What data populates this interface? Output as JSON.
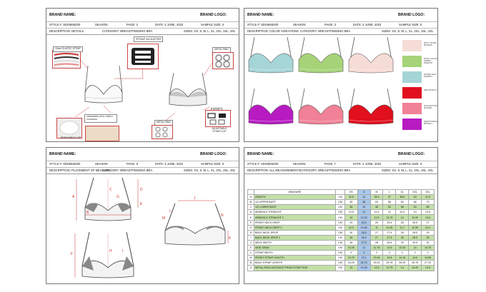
{
  "panels": [
    {
      "brand_name": "BRAND NAME:",
      "brand_logo": "BRAND LOGO:",
      "style": "STYLE #: SDSMS8200",
      "season": "SEASON:",
      "page": "PAGE: 2",
      "date": "DATE: 4 JUNE, 2022",
      "sample_size": "SAMPLE SIZE: S",
      "description": "DESCRIPTION: DETAILS",
      "category": "CATEGORY: BREASTFEEDING BRA",
      "sizes": "SIZES: XS, S, M, L, XL, 2XL, 3XL, 4XL"
    },
    {
      "brand_name": "BRAND NAME:",
      "brand_logo": "BRAND LOGO:",
      "style": "STYLE #: SDSMS8200",
      "season": "SEASON:",
      "page": "PAGE: 3",
      "date": "DATE: 4 JUNE, 2022",
      "sample_size": "SAMPLE SIZE: S",
      "description": "DESCRIPTION: COLOR VARIATIONS",
      "category": "CATEGORY: BREASTFEEDING BRA",
      "sizes": "SIZES: XS, S, M, L, XL, 2XL, 3XL, 4XL"
    },
    {
      "brand_name": "BRAND NAME:",
      "brand_logo": "BRAND LOGO:",
      "style": "STYLE #: SDSMS8200",
      "season": "SEASON:",
      "page": "PAGE: 8",
      "date": "DATE: 4 JUNE, 2022",
      "sample_size": "SAMPLE SIZE: S",
      "description": "DESCRIPTION: PLACEMENT OF MEASURE",
      "category": "CATEGORY: BREASTFEEDING BRA",
      "sizes": "SIZES: XS, S, M, L, XL, 2XL, 3XL, 4XL"
    },
    {
      "brand_name": "BRAND NAME:",
      "brand_logo": "BRAND LOGO:",
      "style": "STYLE #: SDSMS8200",
      "season": "SEASON:",
      "page": "PAGE: 7",
      "date": "DATE: 4 JUNE, 2022",
      "sample_size": "SAMPLE SIZE: S",
      "description": "DESCRIPTION: ALL MEASUREMENTS",
      "category": "CATEGORY: BREASTFEEDING BRA",
      "sizes": "SIZES: XS, S, M, L, XL, 2XL, 3XL, 4XL"
    }
  ],
  "details": {
    "strap_adjuster": "STRAP ADJUSTER",
    "elastic_strap": "10mm ELASTIC STRAP",
    "metal_ring_top": "METAL RING",
    "underwire": "UNDERWIRE WITH 2.5MM 2 COVERING",
    "removable_cup": "REMOVABLE CUP",
    "metal_ring_bottom": "METAL RING",
    "hook": "HOOK",
    "adjustable_strap_clip": "ADJUSTABLE STRAP CLIP"
  },
  "colors": [
    {
      "name": "MISTY ROSE #F0E1D9",
      "hex": "#f6dcd6"
    },
    {
      "name": "MOLE COLOR GREEN #A6D378",
      "hex": "#a6d378"
    },
    {
      "name": "WATER LEAF #A6D5D7",
      "hex": "#a6d5d7"
    },
    {
      "name": "RED #D30C17",
      "hex": "#e0101e"
    },
    {
      "name": "ROSTER PINK #F08196",
      "hex": "#f08196"
    },
    {
      "name": "DEEP PURPLE #B71BC1",
      "hex": "#b71bc1"
    }
  ],
  "measure_letters": {
    "a": "A",
    "b": "B",
    "c": "C",
    "d": "D",
    "e": "E",
    "f": "F",
    "g": "G",
    "h": "H",
    "i": "I",
    "j": "J",
    "k": "K",
    "l": "L",
    "m": "M",
    "n": "N"
  },
  "measurements": {
    "headers": [
      "",
      "MEASURE",
      "",
      "XS",
      "S",
      "M",
      "L",
      "XL",
      "2XL",
      "3XL"
    ],
    "rows": [
      {
        "code": "A",
        "measure": "LENGTH",
        "unit": "CM",
        "vals": [
          "32.5",
          "34",
          "35.5",
          "37",
          "38.5",
          "40",
          "41.5"
        ]
      },
      {
        "code": "B",
        "measure": "1/2 UPPER BUST",
        "unit": "CM",
        "vals": [
          "45",
          "48",
          "53",
          "58",
          "63",
          "68",
          "73"
        ]
      },
      {
        "code": "C",
        "measure": "1/2 LOWER BUST",
        "unit": "CM",
        "vals": [
          "38",
          "43",
          "48",
          "53",
          "58",
          "63",
          "68"
        ]
      },
      {
        "code": "D",
        "measure": "ARMHOLE STRAIGHT",
        "unit": "CM",
        "vals": [
          "10.5",
          "11",
          "11.5",
          "12",
          "12.5",
          "13",
          "13.5"
        ]
      },
      {
        "code": "E",
        "measure": "ARMHOLE STRAIGHT 2",
        "unit": "CM",
        "vals": [
          "12",
          "12.25",
          "12.5",
          "12.75",
          "13",
          "13.25",
          "13.5"
        ]
      },
      {
        "code": "F",
        "measure": "FRONT NECK DROP",
        "unit": "CM",
        "vals": [
          "24",
          "24.5",
          "25",
          "25.5",
          "26",
          "26.5",
          "27"
        ]
      },
      {
        "code": "G",
        "measure": "FRONT NECK DROP 2",
        "unit": "CM",
        "vals": [
          "10.3",
          "10.65",
          "11",
          "11.35",
          "11.7",
          "12.05",
          "12.4"
        ]
      },
      {
        "code": "H",
        "measure": "BACK NECK DROP",
        "unit": "CM",
        "vals": [
          "26",
          "26.5",
          "27",
          "27.5",
          "28",
          "28.5",
          "29"
        ]
      },
      {
        "code": "I",
        "measure": "BACK NECK DROP 2",
        "unit": "CM",
        "vals": [
          "26",
          "26.5",
          "27",
          "27.5",
          "28",
          "28.5",
          "29"
        ]
      },
      {
        "code": "J",
        "measure": "NECK WIDTH",
        "unit": "CM",
        "vals": [
          "26",
          "27.5",
          "28",
          "28.5",
          "29",
          "29.5",
          "30"
        ]
      },
      {
        "code": "K",
        "measure": "SIDE SEAM",
        "unit": "CM",
        "vals": [
          "10.25",
          "11",
          "11.75",
          "12.5",
          "13.25",
          "14",
          "14.75"
        ]
      },
      {
        "code": "L",
        "measure": "STRAP WIDTH",
        "unit": "CM",
        "vals": [
          "2",
          "2",
          "2",
          "2",
          "2",
          "2",
          "2"
        ]
      },
      {
        "code": "M",
        "measure": "FRONT STRAP LENGTH",
        "unit": "CM",
        "vals": [
          "12.75",
          "13.1",
          "13.45",
          "13.8",
          "14.15",
          "14.5",
          "14.85"
        ]
      },
      {
        "code": "N",
        "measure": "BACK STRAP LENGTH",
        "unit": "CM",
        "vals": [
          "24.25",
          "24.75",
          "25.25",
          "25.75",
          "26.25",
          "26.75",
          "27.25"
        ]
      },
      {
        "code": "O",
        "measure": "METAL RING DISTANCE FROM STRAP END",
        "unit": "CM",
        "vals": [
          "13",
          "13.25",
          "13.5",
          "13.75",
          "14",
          "14.25",
          "14.5"
        ]
      }
    ],
    "green_hex": "#c3e0a8",
    "blue_hex": "#a9c8ec"
  }
}
